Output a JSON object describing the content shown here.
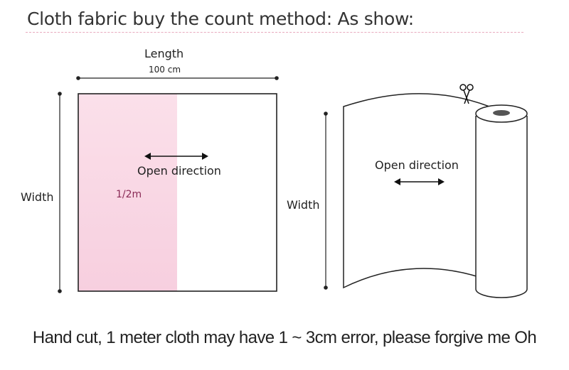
{
  "header": {
    "title": "Cloth fabric buy the count method: As show:"
  },
  "left_diagram": {
    "length_label": "Length",
    "length_value": "100 cm",
    "width_label": "Width",
    "direction_label": "Open direction",
    "half_meter_label": "1/2m"
  },
  "right_diagram": {
    "direction_label": "Open direction",
    "width_label": "Width"
  },
  "footer": {
    "note": "Hand cut, 1 meter cloth may have 1 ~ 3cm error, please forgive me Oh"
  },
  "colors": {
    "highlight": "#f9d9e6",
    "divider": "#e8a9bd",
    "text": "#222222"
  },
  "icons": [
    "scissors-icon",
    "double-arrow-icon"
  ]
}
